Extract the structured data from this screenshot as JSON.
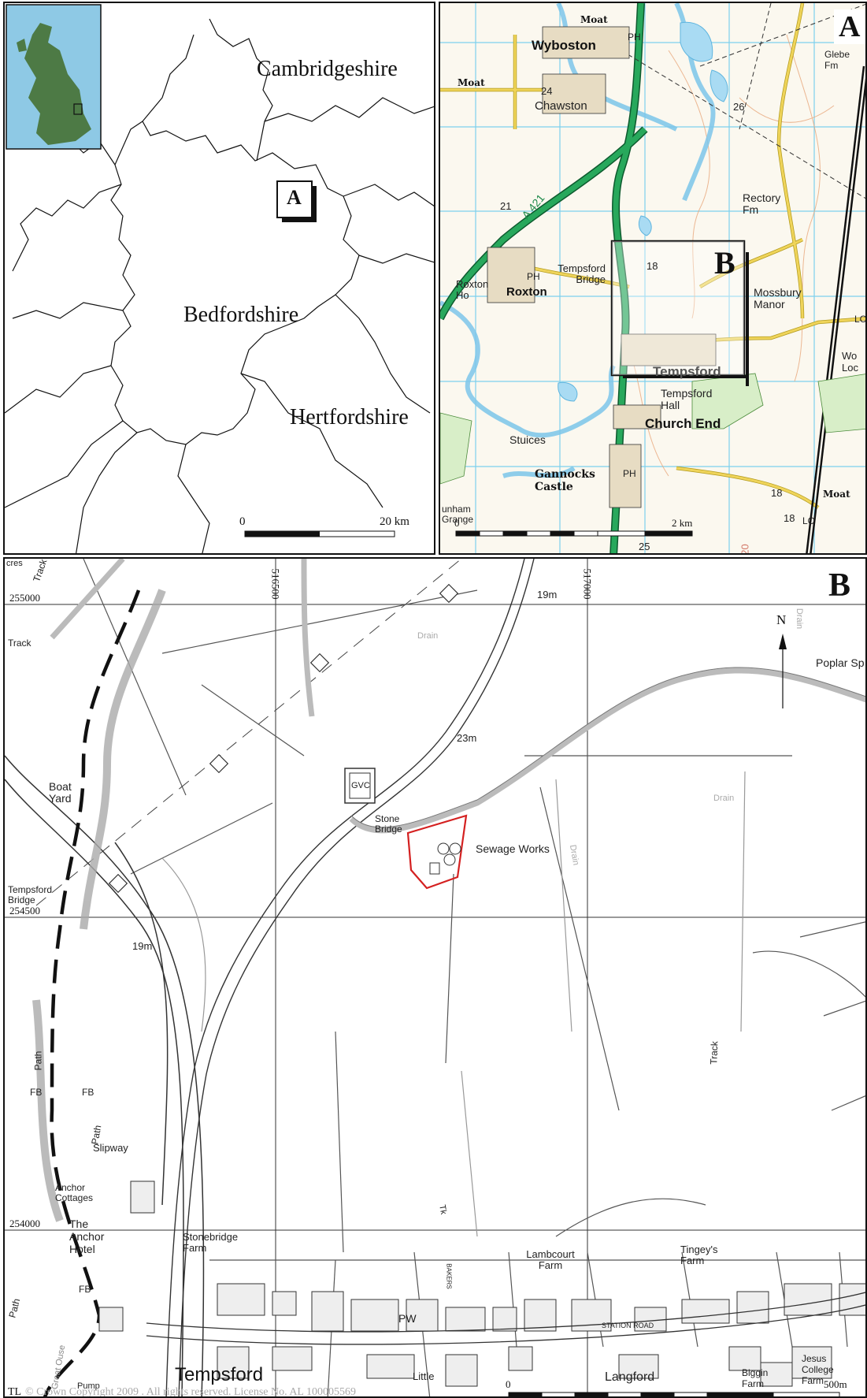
{
  "panel_overview": {
    "counties": [
      "Cambridgeshire",
      "Bedfordshire",
      "Hertfordshire"
    ],
    "box_letter": "A",
    "scale": {
      "start": "0",
      "end": "20 km"
    }
  },
  "panel_a": {
    "letter": "A",
    "box_letter": "B",
    "places": [
      "Wyboston",
      "Chawston",
      "Roxton",
      "Tempsford",
      "Church End",
      "Tempsford Hall",
      "Gannocks Castle",
      "Stuices",
      "Rectory Fm",
      "Mossbury Manor",
      "Glebe Fm",
      "Tempsford Bridge",
      "Roxton Ho",
      "Moat",
      "Moat",
      "Moat",
      "PH",
      "PH",
      "PH",
      "LC",
      "LC",
      "unham Grange",
      "Wo Loc"
    ],
    "road_label": "A 421",
    "numbers": [
      "24",
      "21",
      "26",
      "18",
      "18",
      "18",
      "25",
      "20"
    ],
    "scale": {
      "start": "0",
      "end": "2 km"
    }
  },
  "panel_b": {
    "letter": "B",
    "north": "N",
    "eastings": [
      "516500",
      "517000"
    ],
    "northings": [
      "255000",
      "254500",
      "254000"
    ],
    "labels": {
      "sewage_works": "Sewage Works",
      "stone_bridge": "Stone Bridge",
      "gvc": "GVC",
      "boat_yard": "Boat Yard",
      "tempsford_bridge": "Tempsford Bridge",
      "poplar": "Poplar Sp",
      "spot_19_top": "19m",
      "spot_23": "23m",
      "spot_19_left": "19m",
      "drain1": "Drain",
      "drain2": "Drain",
      "drain3": "Drain",
      "drain4": "Drain",
      "track_top": "Track",
      "track_left": "Track",
      "track_right": "Track",
      "path1": "Path",
      "path2": "Path",
      "path3": "Path",
      "fb1": "FB",
      "fb2": "FB",
      "fb3": "FB",
      "slipway": "Slipway",
      "anchor_cottages": "Anchor Cottages",
      "anchor_hotel": "The Anchor Hotel",
      "stonebridge_farm": "Stonebridge Farm",
      "lambcourt_farm": "Lambcourt Farm",
      "tingeys_farm": "Tingey's Farm",
      "station_road": "STATION ROAD",
      "bakers": "BAKERS",
      "tk": "Tk",
      "pw": "PW",
      "tempsford": "Tempsford",
      "langford": "Langford",
      "biggin_farm": "Biggin Farm",
      "jesus_college_farm": "Jesus College Farm",
      "little": "Little",
      "pump": "Pump",
      "great_ouse": "Great Ouse",
      "cres": "cres"
    },
    "grid_prefix": "TL",
    "copyright": "© Crown Copyright 2009 . All rights reserved. License No. AL 100005569",
    "scale": {
      "start": "0",
      "end": "500m"
    }
  },
  "colors": {
    "site_outline": "#d42020",
    "a_road": "#1e8a4a",
    "water": "#8ec9ea",
    "minor_road": "#e6c84a",
    "grid": "#6ec7e8"
  }
}
